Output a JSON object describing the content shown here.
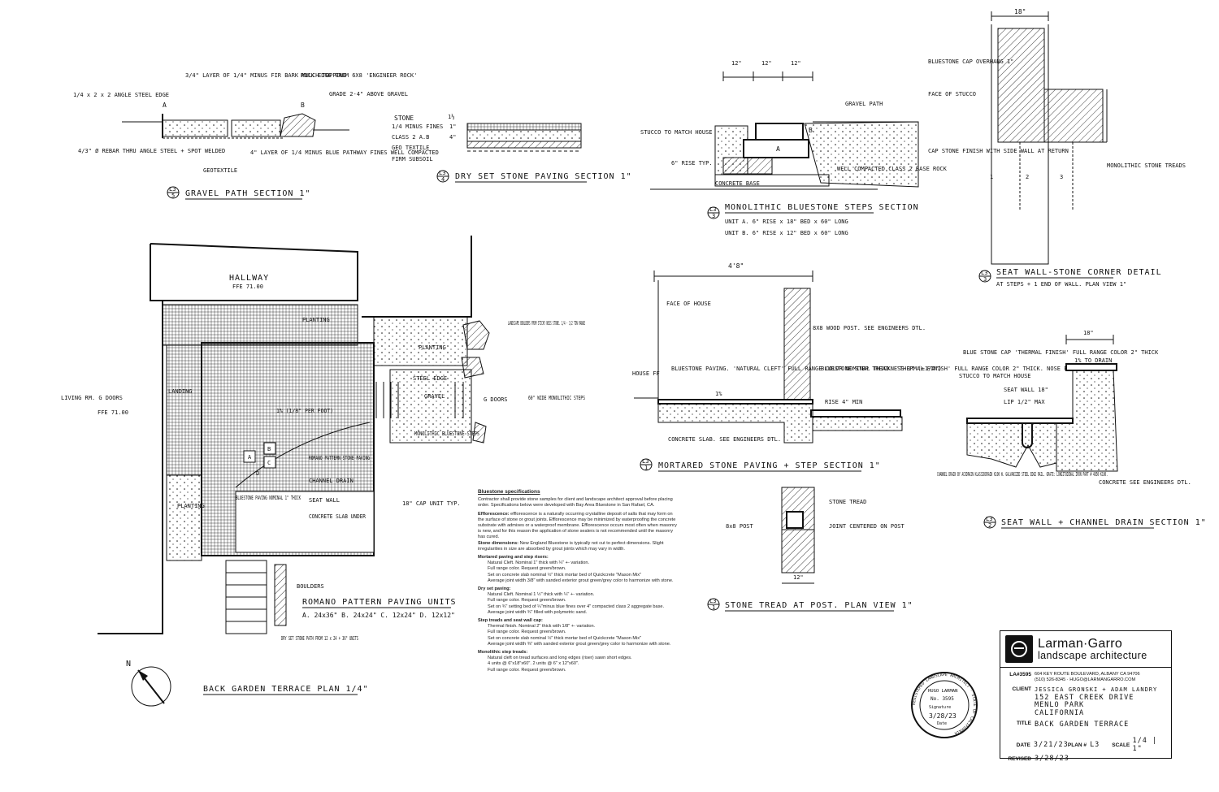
{
  "details": {
    "gravel_path_section": {
      "ref_top": "L3",
      "ref_bottom": "5",
      "title": "GRAVEL PATH SECTION 1\"",
      "notes": {
        "mulch": "3/4\" LAYER OF 1/4\" MINUS FIR BARK MULCH TOPPING",
        "rock_edge": "ROCK EDGE FROM 6X8 'ENGINEER ROCK'",
        "grade": "GRADE 2-4\" ABOVE GRAVEL",
        "steel_edge": "1/4 x 2 x 2 ANGLE STEEL EDGE",
        "rebar": "4/3\" Ø REBAR THRU ANGLE STEEL + SPOT WELDED",
        "geotextile": "GEOTEXTILE",
        "blue_layer": "4\" LAYER OF 1/4 MINUS BLUE PATHWAY FINES WELL COMPACTED",
        "mark_a": "A",
        "mark_b": "B"
      }
    },
    "dry_set_section": {
      "ref_top": "L3",
      "ref_bottom": "4",
      "title": "DRY SET STONE PAVING SECTION 1\"",
      "labels": [
        "STONE",
        "1/4 MINUS FINES",
        "CLASS 2 A.B",
        "GEO TEXTILE",
        "FIRM SUBSOIL"
      ],
      "dim_top": "1½",
      "dim_mid": "1\"",
      "dim_low": "4\""
    },
    "monolithic_steps": {
      "ref_top": "L3",
      "ref_bottom": "3",
      "title": "MONOLITHIC BLUESTONE STEPS SECTION",
      "unit_a": "UNIT A. 6\" RISE x 18\" BED x 60\" LONG",
      "unit_b": "UNIT B. 6\" RISE x 12\" BED x 60\" LONG",
      "dims": [
        "12\"",
        "12\"",
        "12\""
      ],
      "labels": {
        "stucco": "STUCCO TO MATCH HOUSE",
        "gravel_path": "GRAVEL PATH",
        "rise": "6\" RISE TYP.",
        "concrete_base": "CONCRETE BASE",
        "base_rock": "WELL COMPACTED CLASS 2 BASE ROCK",
        "mark_a": "A",
        "mark_b": "B"
      }
    },
    "seat_wall_corner": {
      "ref_top": "L3",
      "ref_bottom": "3",
      "title": "SEAT WALL-STONE CORNER DETAIL",
      "subtitle": "AT STEPS + 1 END OF WALL. PLAN VIEW 1\"",
      "dim": "18\"",
      "labels": {
        "cap": "BLUESTONE CAP OVERHANG 1\"",
        "stucco": "FACE OF STUCCO",
        "cap_finish": "CAP STONE FINISH WITH SIDE WALL AT RETURN",
        "treads": "MONOLITHIC STONE TREADS"
      },
      "step_nums": [
        "1",
        "2",
        "3"
      ]
    },
    "mortared_paving": {
      "ref_top": "L3",
      "ref_bottom": "1",
      "title": "MORTARED STONE PAVING + STEP SECTION 1\"",
      "dim": "4'8\"",
      "labels": {
        "face": "FACE OF HOUSE",
        "post": "8X8 WOOD POST. SEE ENGINEERS DTL.",
        "house": "HOUSE FF",
        "paving": "BLUESTONE PAVING. 'NATURAL CLEFT' FULL RANGE COLOR NOMINAL THICKNESS 1\" (±1/4\")",
        "tread": "BLUESTONE STEP TREAD. 'THERMAL FINISH' FULL RANGE COLOR 2\" THICK. NOSE PROJECTS 3/4\"",
        "slope": "1%",
        "rise": "RISE 4\" MIN",
        "slab": "CONCRETE SLAB. SEE ENGINEERS DTL."
      }
    },
    "stone_tread": {
      "ref_top": "L3",
      "ref_bottom": "1",
      "title": "STONE TREAD AT POST. PLAN VIEW 1\"",
      "dim": "12\"",
      "labels": {
        "tread": "STONE TREAD",
        "post": "8x8 POST",
        "joint": "JOINT CENTERED ON POST"
      }
    },
    "seat_wall_drain": {
      "ref_top": "L3",
      "ref_bottom": "2",
      "title": "SEAT WALL + CHANNEL DRAIN SECTION 1\"",
      "dim": "18\"",
      "labels": {
        "cap": "BLUE STONE CAP 'THERMAL FINISH' FULL RANGE COLOR 2\" THICK",
        "slope": "1% TO DRAIN",
        "stucco": "STUCCO TO MATCH HOUSE",
        "seat": "SEAT WALL 18\"",
        "lip": "LIP 1/2\" MAX",
        "drain": "CHANNEL DRAIN BY ACODRAIN KLASSIKDRAIN K100 W. GALVANIZED STEEL EDGE RAIL. GRATE: LONGITUDINAL IRON PART # 4650-K100.",
        "concrete": "CONCRETE SEE ENGINEERS DTL."
      }
    }
  },
  "plan": {
    "title": "BACK GARDEN TERRACE PLAN 1/4\"",
    "labels": {
      "hallway": "HALLWAY",
      "hallway_ff": "FFE 71.00",
      "living": "LIVING RM.  G DOORS",
      "living_ff": "FFE 71.00",
      "planting1": "PLANTING",
      "planting2": "PLANTING",
      "planting3": "PLANTING",
      "boulders_note": "LANDSCAPE BOULDERS FROM STICKY NESS STONE. 1/4 - 1/2 TON RANGE",
      "steel_edge": "STEEL EDGE",
      "gravel": "GRAVEL",
      "g_doors": "G DOORS",
      "steps_note": "60\" WIDE MONOLITHIC STEPS",
      "mono_steps": "MONOLITHIC BLUESTONE STEPS",
      "romano": "ROMANO PATTERN STONE PAVING",
      "channel": "CHANNEL DRAIN",
      "seat_wall": "SEAT WALL",
      "concrete_slab": "CONCRETE SLAB UNDER",
      "bluestone": "BLUESTONE PAVING NOMINAL 1\" THICK",
      "cap": "18\" CAP UNIT TYP.",
      "boulders": "BOULDERS",
      "landing": "LANDING",
      "slope": "1% (1/8\" PER FOOT)",
      "dry_path": "DRY SET STONE PATH FROM 12 x 24 + 36\" UNITS"
    },
    "units_title": "ROMANO PATTERN PAVING UNITS",
    "units": "A. 24x36\"  B. 24x24\"  C. 12x24\"  D. 12x12\"",
    "unit_marks": [
      "A",
      "B",
      "C",
      "D"
    ]
  },
  "specs": {
    "title": "Bluestone specifications",
    "intro": "Contractor shall provide stone samples for client and landscape architect approval before placing order. Specifications below were developed with Bay Area Bluestone in San Rafael, CA.",
    "efflorescence_label": "Efflorescence:",
    "efflorescence": "efflorescence is a naturally occurring crystalline deposit of salts that may form on the surface of stone or grout joints. Efflorescence may be minimized by waterproofing the concrete substrate with admixes or a waterproof membrane. Efflorescence occurs most often when masonry is new, and for this reason the application of stone sealers is not recommended until the masonry has cured.",
    "dimensions_label": "Stone dimensions:",
    "dimensions": "New England Bluestone is typically not cut to perfect dimensions. Slight irregularities in size are absorbed by grout joints which may vary in width.",
    "mortared_h": "Mortared paving and step risers:",
    "mortared": [
      "Natural Cleft. Nominal 1\" thick with ¼\" +- variation.",
      "Full range color. Request green/brown.",
      "Set on concrete slab nominal ½\" thick mortar bed of Quickcrete \"Mason Mix\"",
      "Average joint width 3/8\" with sanded exterior grout green/grey color to harmonize with stone."
    ],
    "dryset_h": "Dry set paving:",
    "dryset": [
      "Natural Cleft. Nominal 1 ½\" thick with ¼\" +- variation.",
      "Full range color. Request green/brown.",
      "Set on ¾\" setting bed of ¼\"minus blue fines over 4\" compacted class 2 aggregate base.",
      "Average joint width ¾\" filled with polymetric sand."
    ],
    "treads_h": "Step treads and seat wall cap:",
    "treads": [
      "Thermal finish. Nominal 2\" thick with 1/8\" +- variation.",
      "Full range color. Request green/brown.",
      "Set on concrete slab nominal ½\" thick mortar bed of Quickcrete \"Mason Mix\"",
      "Average joint width ⅜\" with sanded exterior grout green/grey color to harmonize with stone."
    ],
    "mono_h": "Monolithic step treads:",
    "mono": [
      "Natural cleft on tread surfaces and long edges (riser) sawn short edges.",
      "4 units @ 6\"x18\"x60\". 2 units @ 6\" x 12\"x60\".",
      "Full range color. Request green/brown."
    ]
  },
  "stamp": {
    "ring": "REGISTERED LANDSCAPE ARCHITECT · STATE OF CALIFORNIA",
    "name": "HUGO LARMAN",
    "number": "No. 3595",
    "signature": "Signature",
    "date": "3/28/23",
    "date_label": "Date"
  },
  "title_block": {
    "firm": "Larman·Garro",
    "subtitle": "landscape architecture",
    "license": "LA#3595",
    "address": "604 KEY ROUTE BOULEVARD, ALBANY CA 94706",
    "contact": "(510) 526-8345 · HUGO@LARMANGARRO.COM",
    "client_label": "CLIENT",
    "client": "JESSICA GRONSKI + ADAM LANDRY",
    "address1": "152 EAST CREEK DRIVE",
    "address2": "MENLO PARK",
    "address3": "CALIFORNIA",
    "title_label": "TITLE",
    "title": "BACK GARDEN TERRACE",
    "date_label": "DATE",
    "date": "3/21/23",
    "plan_label": "PLAN #",
    "plan": "L3",
    "scale_label": "SCALE",
    "scale": "1/4 | 1\"",
    "revised_label": "REVISED",
    "revised": "3/28/23"
  },
  "north": "N"
}
